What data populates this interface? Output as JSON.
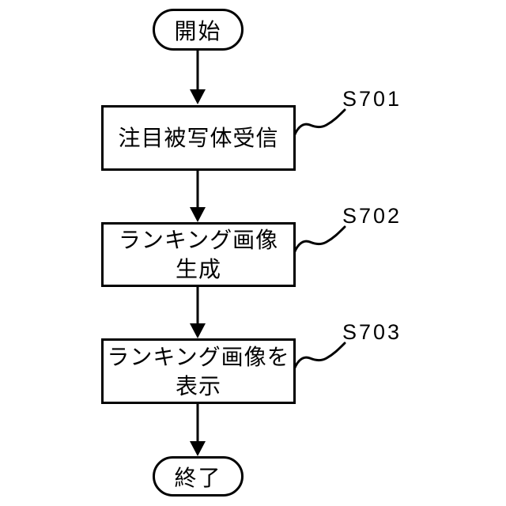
{
  "figure": {
    "background_color": "#ffffff",
    "line_color": "#000000"
  },
  "flowchart": {
    "start_label": "開始",
    "end_label": "終了",
    "steps": [
      {
        "lines": [
          "注目被写体受信"
        ],
        "tag": "S701"
      },
      {
        "lines": [
          "ランキング画像",
          "生成"
        ],
        "tag": "S702"
      },
      {
        "lines": [
          "ランキング画像を",
          "表示"
        ],
        "tag": "S703"
      }
    ]
  }
}
